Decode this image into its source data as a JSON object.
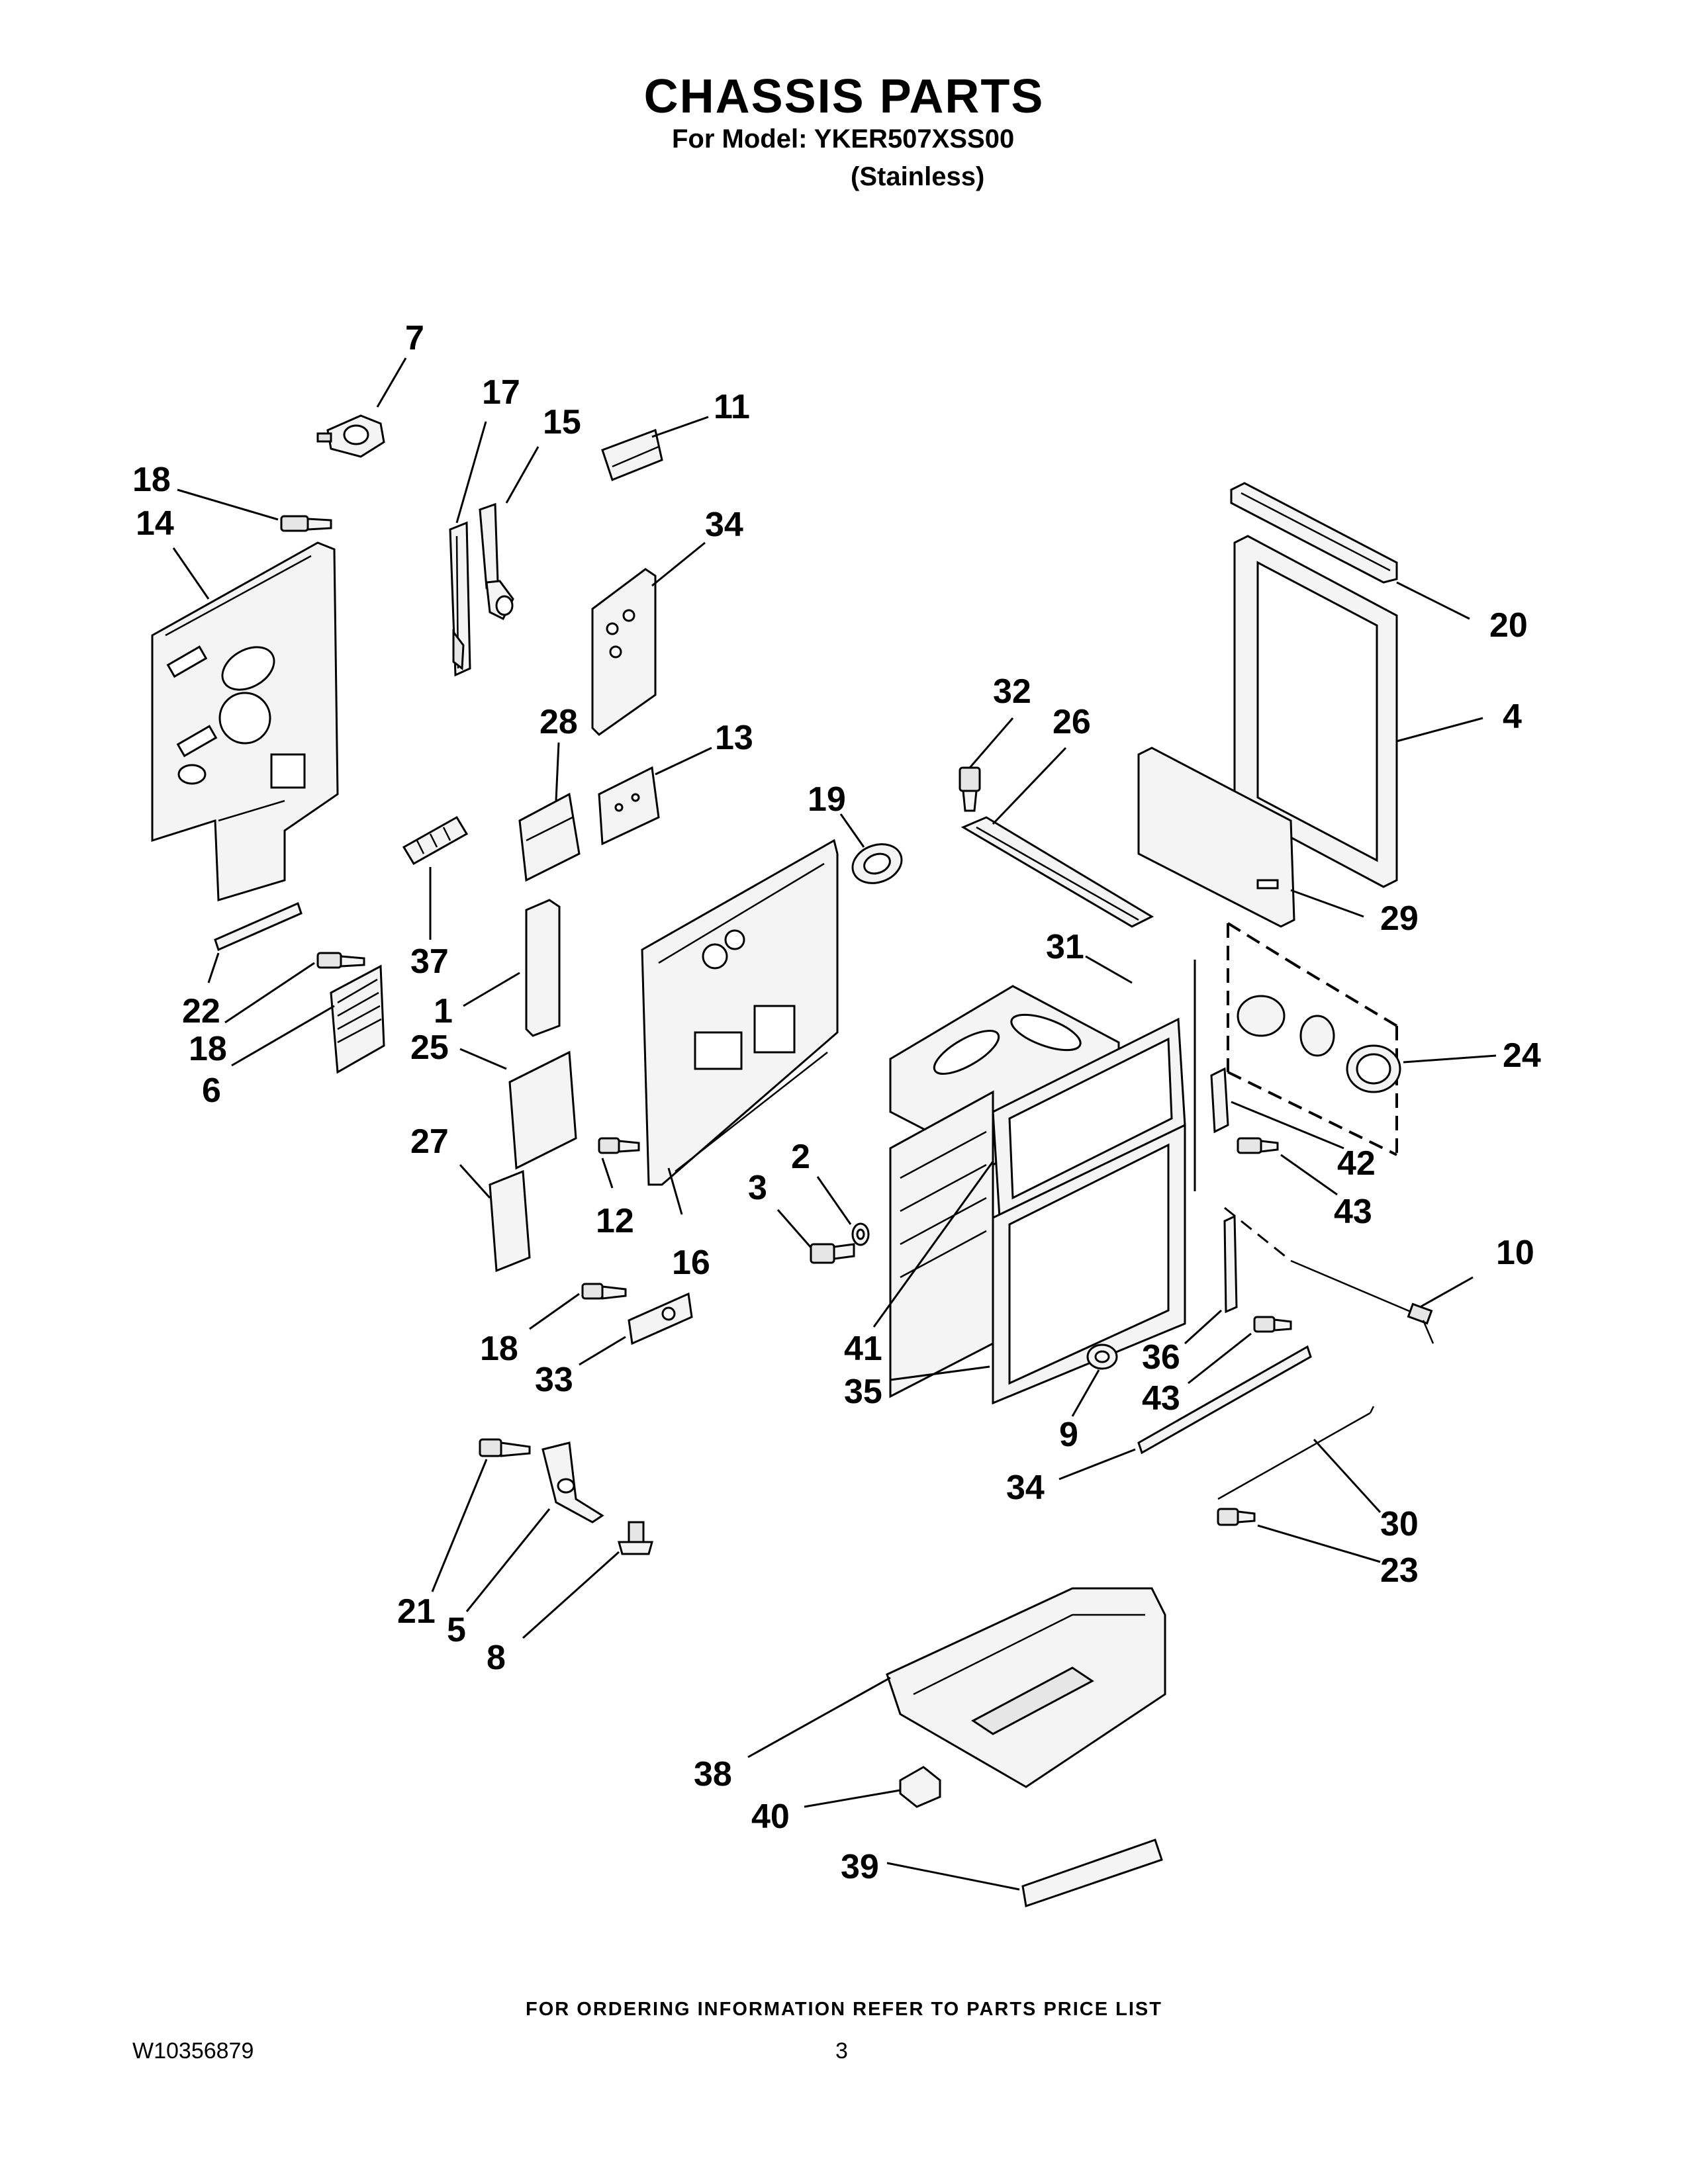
{
  "header": {
    "title": "CHASSIS PARTS",
    "model_line": "For Model: YKER507XSS00",
    "variant": "(Stainless)"
  },
  "footer": {
    "ordering_note": "FOR ORDERING INFORMATION REFER TO PARTS PRICE LIST",
    "document_number": "W10356879",
    "page_number": "3"
  },
  "callouts": {
    "c7": "7",
    "c17": "17",
    "c15": "15",
    "c11": "11",
    "c18a": "18",
    "c14": "14",
    "c34a": "34",
    "c20": "20",
    "c32": "32",
    "c26": "26",
    "c28": "28",
    "c13": "13",
    "c4": "4",
    "c19": "19",
    "c37": "37",
    "c1": "1",
    "c22": "22",
    "c18b": "18",
    "c6": "6",
    "c29": "29",
    "c31": "31",
    "c24": "24",
    "c25": "25",
    "c27": "27",
    "c2": "2",
    "c3": "3",
    "c42": "42",
    "c43a": "43",
    "c12": "12",
    "c16": "16",
    "c10": "10",
    "c18c": "18",
    "c33": "33",
    "c41": "41",
    "c35": "35",
    "c36": "36",
    "c43b": "43",
    "c9": "9",
    "c34b": "34",
    "c30": "30",
    "c23": "23",
    "c21": "21",
    "c5": "5",
    "c8": "8",
    "c38": "38",
    "c40": "40",
    "c39": "39"
  }
}
